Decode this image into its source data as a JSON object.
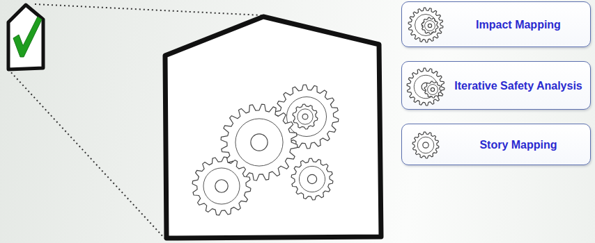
{
  "diagram": {
    "nodes": [
      {
        "text": [
          "Impact Mapping"
        ]
      },
      {
        "text": [
          "Iterative Safety Analysis"
        ]
      },
      {
        "text": [
          "Story Mapping"
        ]
      }
    ]
  }
}
